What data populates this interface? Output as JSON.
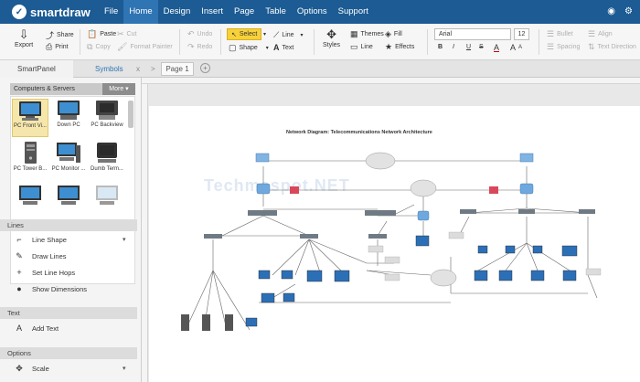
{
  "app": {
    "brand": "smartdraw",
    "menu": [
      "File",
      "Home",
      "Design",
      "Insert",
      "Page",
      "Table",
      "Options",
      "Support"
    ],
    "active_menu": "Home"
  },
  "ribbon": {
    "export": "Export",
    "share": "Share",
    "print": "Print",
    "paste": "Paste",
    "copy": "Copy",
    "cut": "Cut",
    "format_painter": "Format Painter",
    "undo": "Undo",
    "redo": "Redo",
    "select": "Select",
    "shape": "Shape",
    "line": "Line",
    "text": "Text",
    "styles": "Styles",
    "themes": "Themes",
    "fill": "Fill",
    "line2": "Line",
    "effects": "Effects",
    "font": "Arial",
    "font_size": "12",
    "bold": "B",
    "italic": "I",
    "underline": "U",
    "strike": "S",
    "bullet": "Bullet",
    "align": "Align",
    "spacing": "Spacing",
    "text_direction": "Text Direction"
  },
  "tabs": {
    "smartpanel": "SmartPanel",
    "symbols": "Symbols",
    "close": "x",
    "collapse": ">",
    "page": "Page 1",
    "add": "+"
  },
  "library": {
    "name": "Computers & Servers",
    "more": "More",
    "symbols": [
      "PC Front Vi...",
      "Down PC",
      "PC Backview",
      "PC Tower B...",
      "PC Monitor ...",
      "Dumb Term...",
      "",
      "",
      ""
    ]
  },
  "lines_section": {
    "title": "Lines",
    "items": [
      "Line Shape",
      "Draw Lines",
      "Set Line Hops",
      "Show Dimensions"
    ]
  },
  "text_section": {
    "title": "Text",
    "items": [
      "Add Text"
    ]
  },
  "options_section": {
    "title": "Options",
    "items": [
      "Scale"
    ]
  },
  "canvas": {
    "diagram_title": "Network Diagram: Telecommunications Network Architecture",
    "watermark": "Techmaspot.NET"
  }
}
